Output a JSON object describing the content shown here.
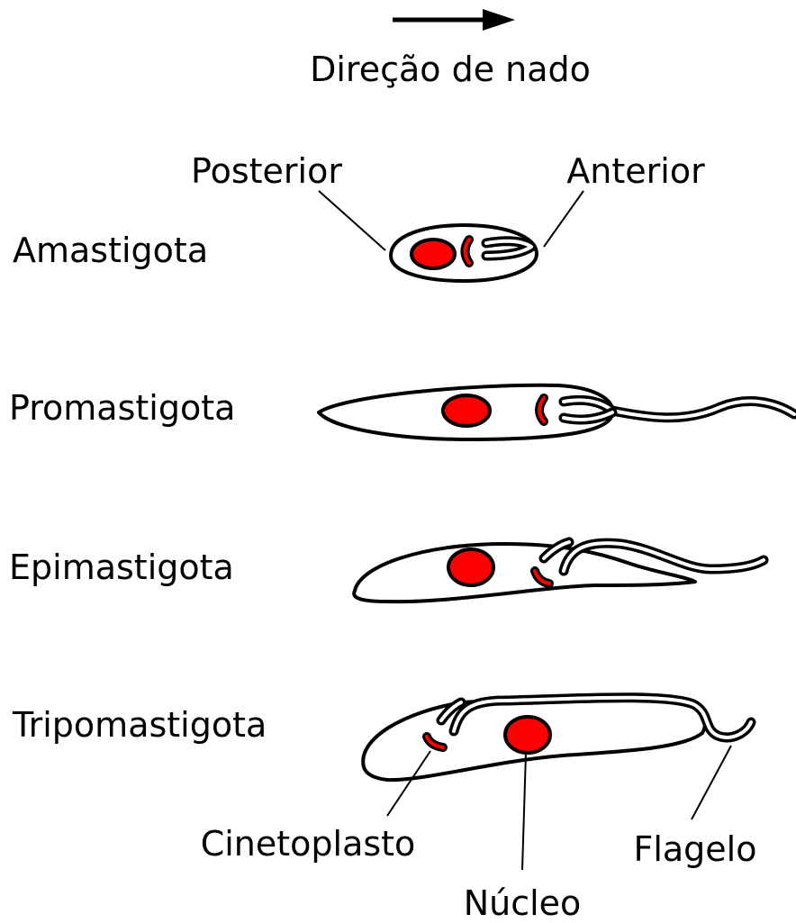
{
  "direction_label": "Direção de nado",
  "orientation": {
    "posterior": "Posterior",
    "anterior": "Anterior"
  },
  "stages": {
    "amastigota": "Amastigota",
    "promastigota": "Promastigota",
    "epimastigota": "Epimastigota",
    "tripomastigota": "Tripomastigota"
  },
  "parts": {
    "cinetoplasto": "Cinetoplasto",
    "nucleo": "Núcleo",
    "flagelo": "Flagelo"
  },
  "colors": {
    "nucleus": "#ff0000",
    "kinetoplast": "#ff0000",
    "outline": "#000000"
  }
}
